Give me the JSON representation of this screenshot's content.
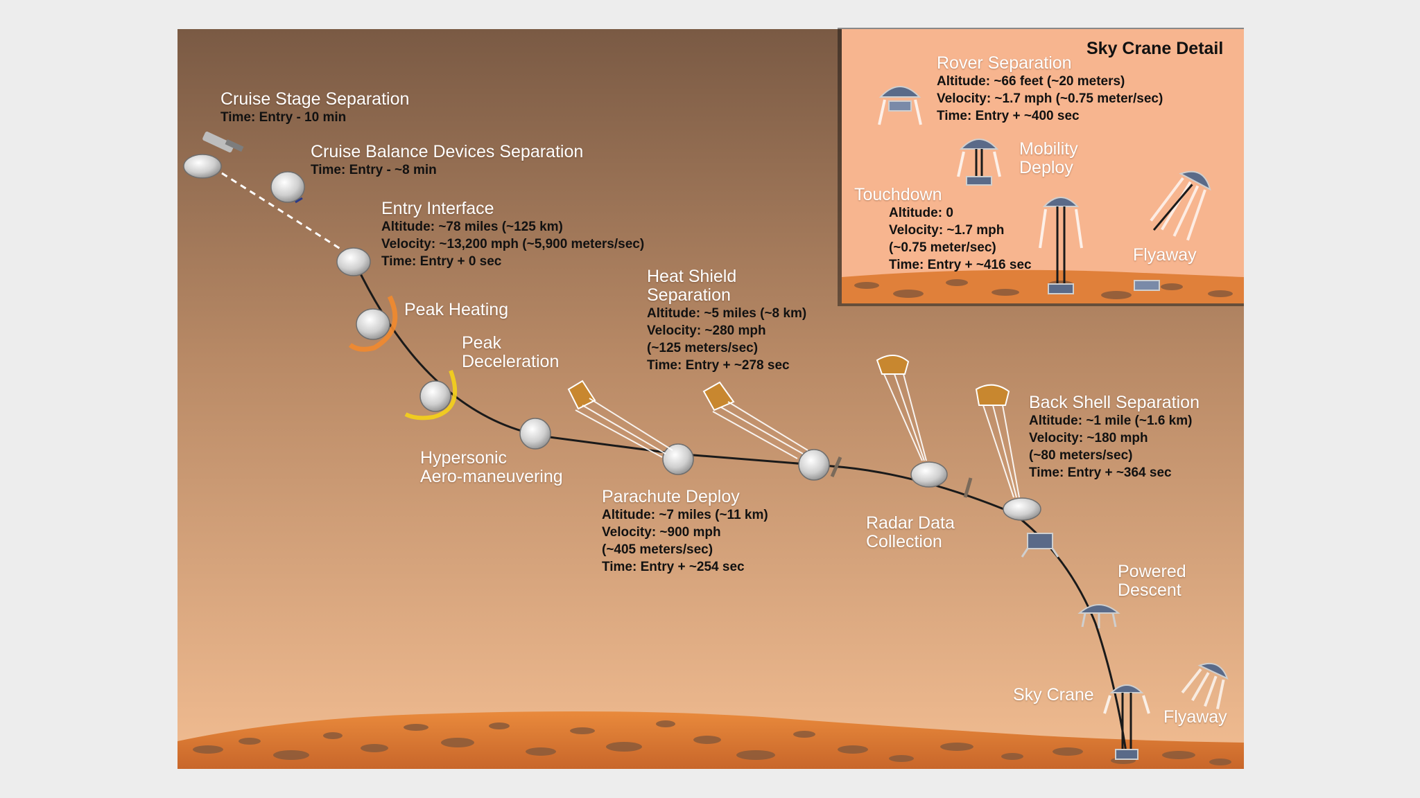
{
  "colors": {
    "sky_top": "#7a5a44",
    "sky_bottom": "#f0b88a",
    "inset_bg": "#f7b58f",
    "ground": "#e0803a",
    "rock": "#8a5a3a",
    "trajectory": "#1a1a1a",
    "capsule": "#d9d9d9",
    "heat_glow": "#f28a2e",
    "decel_glow": "#f5d21a",
    "chute": "#c8872f",
    "label_white": "#ffffff",
    "label_dark": "#111111"
  },
  "inset": {
    "title": "Sky Crane Detail",
    "rover_separation": {
      "title": "Rover Separation",
      "altitude": "Altitude:  ~66 feet (~20 meters)",
      "velocity": "Velocity:  ~1.7 mph (~0.75 meter/sec)",
      "time": "Time: Entry + ~400 sec"
    },
    "mobility_deploy": {
      "line1": "Mobility",
      "line2": "Deploy"
    },
    "touchdown": {
      "title": "Touchdown",
      "altitude": "Altitude:  0",
      "velocity": "Velocity:  ~1.7 mph",
      "velocity_metric": "(~0.75 meter/sec)",
      "time": "Time: Entry + ~416 sec"
    },
    "flyaway": "Flyaway"
  },
  "events": {
    "cruise_stage_separation": {
      "title": "Cruise Stage Separation",
      "time": "Time: Entry - 10 min"
    },
    "cruise_balance_devices_separation": {
      "title": "Cruise Balance Devices Separation",
      "time": "Time: Entry - ~8 min"
    },
    "entry_interface": {
      "title": "Entry Interface",
      "altitude": "Altitude:  ~78 miles (~125 km)",
      "velocity": "Velocity:  ~13,200 mph (~5,900 meters/sec)",
      "time": "Time: Entry + 0 sec"
    },
    "peak_heating": {
      "title": "Peak Heating"
    },
    "peak_deceleration": {
      "line1": "Peak",
      "line2": "Deceleration"
    },
    "hypersonic_aero_maneuvering": {
      "line1": "Hypersonic",
      "line2": "Aero-maneuvering"
    },
    "heat_shield_separation": {
      "line1": "Heat Shield",
      "line2": "Separation",
      "altitude": "Altitude:  ~5 miles (~8 km)",
      "velocity": "Velocity:  ~280 mph",
      "velocity_metric": "(~125 meters/sec)",
      "time": "Time: Entry + ~278 sec"
    },
    "parachute_deploy": {
      "title": "Parachute Deploy",
      "altitude": "Altitude:  ~7 miles (~11 km)",
      "velocity": "Velocity:  ~900 mph",
      "velocity_metric": "(~405 meters/sec)",
      "time": "Time: Entry + ~254 sec"
    },
    "radar_data_collection": {
      "line1": "Radar Data",
      "line2": "Collection"
    },
    "back_shell_separation": {
      "title": "Back Shell Separation",
      "altitude": "Altitude:  ~1 mile (~1.6 km)",
      "velocity": "Velocity:  ~180 mph",
      "velocity_metric": "(~80 meters/sec)",
      "time": "Time: Entry + ~364 sec"
    },
    "powered_descent": {
      "line1": "Powered",
      "line2": "Descent"
    },
    "sky_crane": {
      "title": "Sky Crane"
    },
    "flyaway": {
      "title": "Flyaway"
    }
  }
}
